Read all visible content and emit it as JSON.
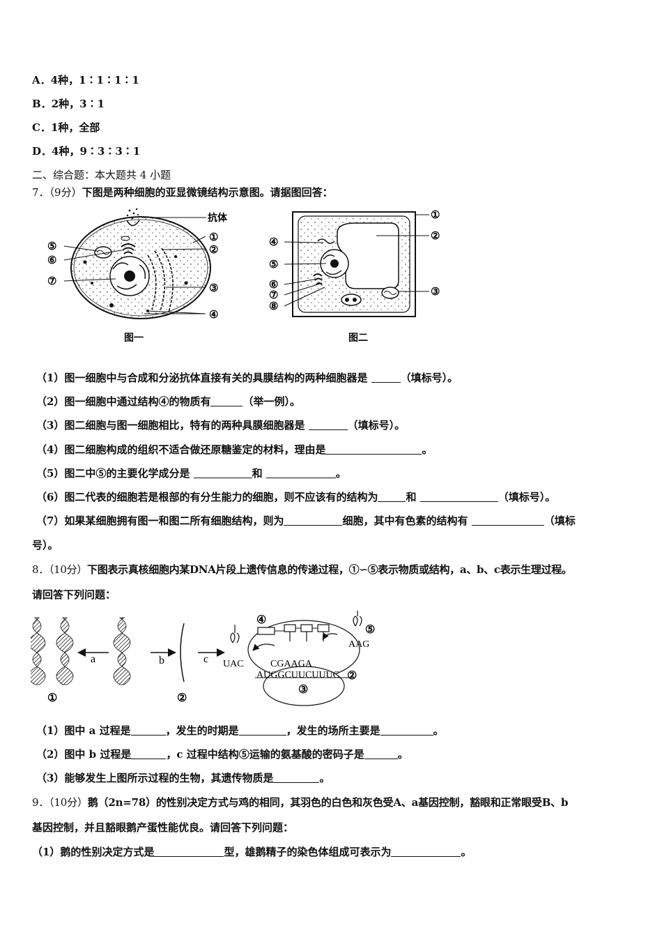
{
  "options": [
    {
      "label": "A．",
      "text": "4种，1∶1∶1∶1"
    },
    {
      "label": "B．",
      "text": "2种，3∶1"
    },
    {
      "label": "C．",
      "text": "1种，全部"
    },
    {
      "label": "D．",
      "text": "4种，9∶3∶3∶1"
    }
  ],
  "section2": "二、综合题：本大题共 4 小题",
  "q7": {
    "num": "7．",
    "score": "（9分）",
    "stem": "下图是两种细胞的亚显微镜结构示意图。请据图回答：",
    "fig1": {
      "caption": "图一",
      "antibody": "抗体",
      "labels": [
        "①",
        "②",
        "③",
        "④",
        "⑤",
        "⑥",
        "⑦"
      ]
    },
    "fig2": {
      "caption": "图二",
      "labels": [
        "①",
        "②",
        "③",
        "④",
        "⑤",
        "⑥",
        "⑦",
        "⑧"
      ]
    },
    "items": [
      {
        "a": "（1）图一细胞中与合成和分泌抗体直接有关的具膜结构的两种细胞器是 ",
        "b": "（填标号）。"
      },
      {
        "a": "（2）图一细胞中通过结构④的物质有",
        "b": "（举一例）。"
      },
      {
        "a": "（3）图二细胞与图一细胞相比，特有的两种具膜细胞器是 ",
        "b": "（填标号）。"
      },
      {
        "a": "（4）图二细胞构成的组织不适合做还原糖鉴定的材料，理由是",
        "b": "。"
      },
      {
        "a": "（5）图二中⑤的主要化学成分是 ",
        "mid": "和 ",
        "b": "。"
      },
      {
        "a": "（6）图二代表的细胞若是根部的有分生能力的细胞，则不应该有的结构为",
        "mid": "和 ",
        "b": "（填标号）。"
      },
      {
        "a": "（7）如果某细胞拥有图一和图二所有细胞结构，则为",
        "mid": "细胞，其中有色素的结构有 ",
        "b": "（填标"
      },
      {
        "a": "号）。"
      }
    ]
  },
  "q8": {
    "num": "8．",
    "score": "（10分）",
    "stem1": "下图表示真核细胞内某DNA片段上遗传信息的传递过程，①∽⑤表示物质或结构，a、b、c表示生理过程。",
    "stem2": "请回答下列问题：",
    "figure": {
      "labels": {
        "a": "a",
        "b": "b",
        "c": "c",
        "n1": "①",
        "n2": "②",
        "n3": "③",
        "n4": "④",
        "n5": "⑤"
      },
      "codons": {
        "uac": "UAC",
        "cgaaga": "CGAAGA",
        "aag": "AAG",
        "mrna": "AUGGCUUCUUUC"
      }
    },
    "items": [
      {
        "a": "（1）图中 a 过程是",
        "mid1": "，发生的时期是",
        "mid2": "，发生的场所主要是",
        "b": "。"
      },
      {
        "a": "（2）图中 b 过程是",
        "mid1": "，c 过程中结构⑤运输的氨基酸的密码子是",
        "b": "。"
      },
      {
        "a": "（3）能够发生上图所示过程的生物，其遗传物质是",
        "b": "。"
      }
    ]
  },
  "q9": {
    "num": "9．",
    "score": "（10分）",
    "stem1": "鹅（2n=78）的性别决定方式与鸡的相同，其羽色的白色和灰色受A、a基因控制，豁眼和正常眼受B、b",
    "stem2": "基因控制，并且豁眼鹅产蛋性能优良。请回答下列问题：",
    "items": [
      {
        "a": "（1）鹅的性别决定方式是",
        "mid": "型，雄鹅精子的染色体组成可表示为",
        "b": "。"
      }
    ]
  }
}
